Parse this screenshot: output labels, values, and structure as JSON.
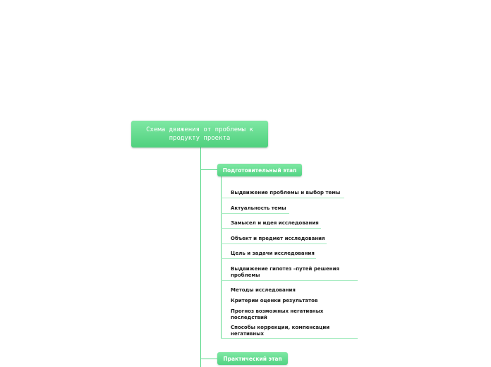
{
  "diagram": {
    "root": "Схема движения от проблемы к продукту проекта",
    "stages": [
      {
        "label": "Подготовительный этап",
        "items": [
          "Выдвижение проблемы и выбор темы",
          "Актуальность темы",
          "Замысел и идея исследования",
          "Объект и предмет исследования",
          "Цель и задачи исследования",
          "Выдвижение гипотез –путей решения проблемы",
          "Методы исследования",
          "Критерии оценки результатов",
          "Прогноз возможных негативных последствий",
          "Способы коррекции, компенсации негативных"
        ]
      },
      {
        "label": "Практический этап",
        "items": []
      }
    ],
    "colors": {
      "node": "#5ad88a",
      "connector": "#5ad88a",
      "underline": "#a8ecc2",
      "text": "#1a1a1a"
    }
  }
}
